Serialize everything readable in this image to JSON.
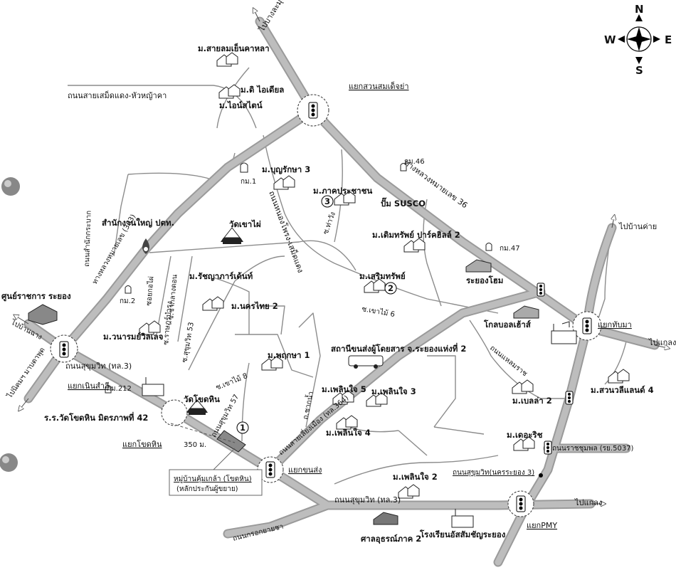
{
  "compass": {
    "n": "N",
    "s": "S",
    "e": "E",
    "w": "W"
  },
  "roads": {
    "to_bang_lamung": "ไปบางละมุง",
    "sai_samet": "ถนนสายเสม็ดแดง-หัวหญ้าคา",
    "highway36": "ทางหลวงหมายเลข 36",
    "nong_phrong": "ถนนหนองโพรง-เสม็ดแดง",
    "tha_wanglang": "ซ.ท่าวัง",
    "sukhumvit_lower": "ถนนสุขุมวิท (ทล.3)",
    "sukhumvit_bottom": "ถนนสุขุมวิท (ทล.3)",
    "sukhumvit53": "ซ.สุขุมวิท 53",
    "soi_khaomai8": "ซ.เขาไม้ 8",
    "soi_khaomai6": "ซ.เขาไม้ 6",
    "highway363": "ทางหลวงหมายเลข (363)",
    "sam_nak_kra": "ถนนสำนักกระบาก",
    "soi_rattanasat": "ซอยกอไผ่",
    "soi_chakdaeng": "ซ.ชากลางดอน",
    "soi_ratbumrung": "ซ.ราษฎร์บำรุง",
    "soi_chaknam": "ถ.ชากน้ำ",
    "sai_liang": "ถนนสายเลี่ยงเมือง (ทล.364)",
    "sukhumvit57": "ถนนสุขุมวิท 57",
    "sai_phae": "ถนนแหลมราช",
    "ratchaphon": "ถนนราชชุมพล (รย.5037)",
    "sukhumvit_city": "ถนนสุขุมวิท(นครระยอง 3)",
    "krok_yaicha": "ถนนกรอกยายชา",
    "to_ban_khai": "ไปบ้านค่าย",
    "to_klaeng_top": "ไปแกลง",
    "to_klaeng_bottom": "ไปแกลง",
    "to_ban_chang": "ไปบ้านฉาง",
    "to_nikhom": "ไปนิคมฯ มาบตาพุด"
  },
  "junctions": {
    "suan_somdet": "แยกสวนสมเด็จย่า",
    "thap_ma": "แยกทับมา",
    "noen_sawan": "แยกเนินสำลี",
    "tak_hin": "แยกโขดหิน",
    "khon_song": "แยกขนส่ง",
    "pmy": "แยกPMY"
  },
  "places": {
    "sai_lom": "ม.สายลมเย็นคาหลา",
    "ideal": "ม.ดิ ไอเดียล",
    "one_style": "ม.ไอน์สไตน์",
    "boonrak": "ม.บุญรักษา 3",
    "km1": "กม.1",
    "phak_prachachon": "ม.ภาคประชาชน",
    "km46": "กม.46",
    "susco": "ปั๊ม SUSCO",
    "term_sap": "ม.เติมทรัพย์ ปาร์คฮิลล์ 2",
    "km47": "กม.47",
    "serm_sap": "ม.เสริมทรัพย์",
    "rayong_home": "ระยองโฮม",
    "ptt_office": "สำนักงานใหญ่ ปตท.",
    "wat_khaomai": "วัดเขาไผ่",
    "rattana": "ม.รัชญาภาร์เด้นท์",
    "km2": "กม.2",
    "nakhonthai": "ม.นครไทย 2",
    "wanaram": "ม.วนารมย์วิลเลจ",
    "global": "โกลบอลเฮ้าส์",
    "government": "ศูนย์ราชการ ระยอง",
    "phraw": "ม.พฤกษา 1",
    "bus_station": "สถานีขนส่งผู้โดยสาร จ.ระยองแห่งที่ 2",
    "km212": "กม.212",
    "school": "ร.ร.วัดโขดหิน มิตรภาพที่ 42",
    "wat_takhin": "วัดโขดหิน",
    "phleonjai5": "ม.เพลินใจ 5",
    "phleonjai3": "ม.เพลินใจ 3",
    "phleonjai4": "ม.เพลินใจ 4",
    "phleonjai2": "ม.เพลินใจ 2",
    "belcha": "ม.เบลล่า 2",
    "suanwili": "ม.สวนวลีแลนด์ 4",
    "decorich": "ม.เดอะริช",
    "distance": "350 ม.",
    "project_name": "หมู่บ้านคุ้มเกล้า (โขดหิน)",
    "project_note": "(หลักประกันผู้ขยาย)",
    "court": "ศาลอุธรณ์ภาค 2",
    "school2": "โรงเรียนอัสสัมชัญระยอง"
  },
  "markers": {
    "m1": "1",
    "m2": "2",
    "m3": "3"
  }
}
